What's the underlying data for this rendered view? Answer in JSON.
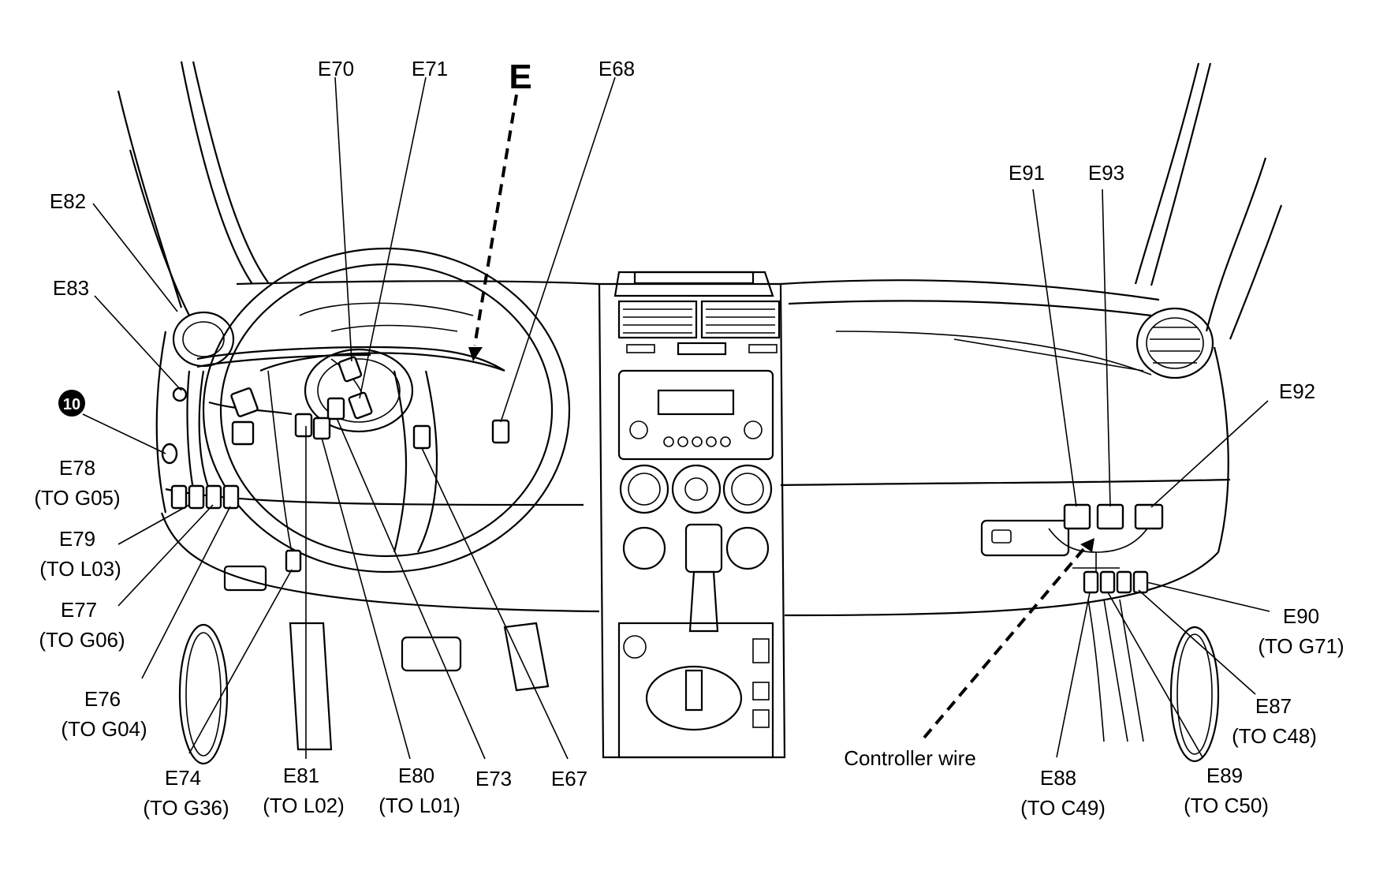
{
  "labels": {
    "e70": "E70",
    "e71": "E71",
    "e": "E",
    "e68": "E68",
    "e82": "E82",
    "e83": "E83",
    "ground_10": "10",
    "e78": "E78",
    "e78_to": "(TO G05)",
    "e79": "E79",
    "e79_to": "(TO L03)",
    "e77": "E77",
    "e77_to": "(TO G06)",
    "e76": "E76",
    "e76_to": "(TO G04)",
    "e74": "E74",
    "e74_to": "(TO G36)",
    "e81": "E81",
    "e81_to": "(TO L02)",
    "e80": "E80",
    "e80_to": "(TO L01)",
    "e73": "E73",
    "e67": "E67",
    "e91": "E91",
    "e93": "E93",
    "e92": "E92",
    "e90": "E90",
    "e90_to": "(TO G71)",
    "e87": "E87",
    "e87_to": "(TO C48)",
    "e88": "E88",
    "e88_to": "(TO C49)",
    "e89": "E89",
    "e89_to": "(TO C50)",
    "controller_wire": "Controller wire"
  }
}
